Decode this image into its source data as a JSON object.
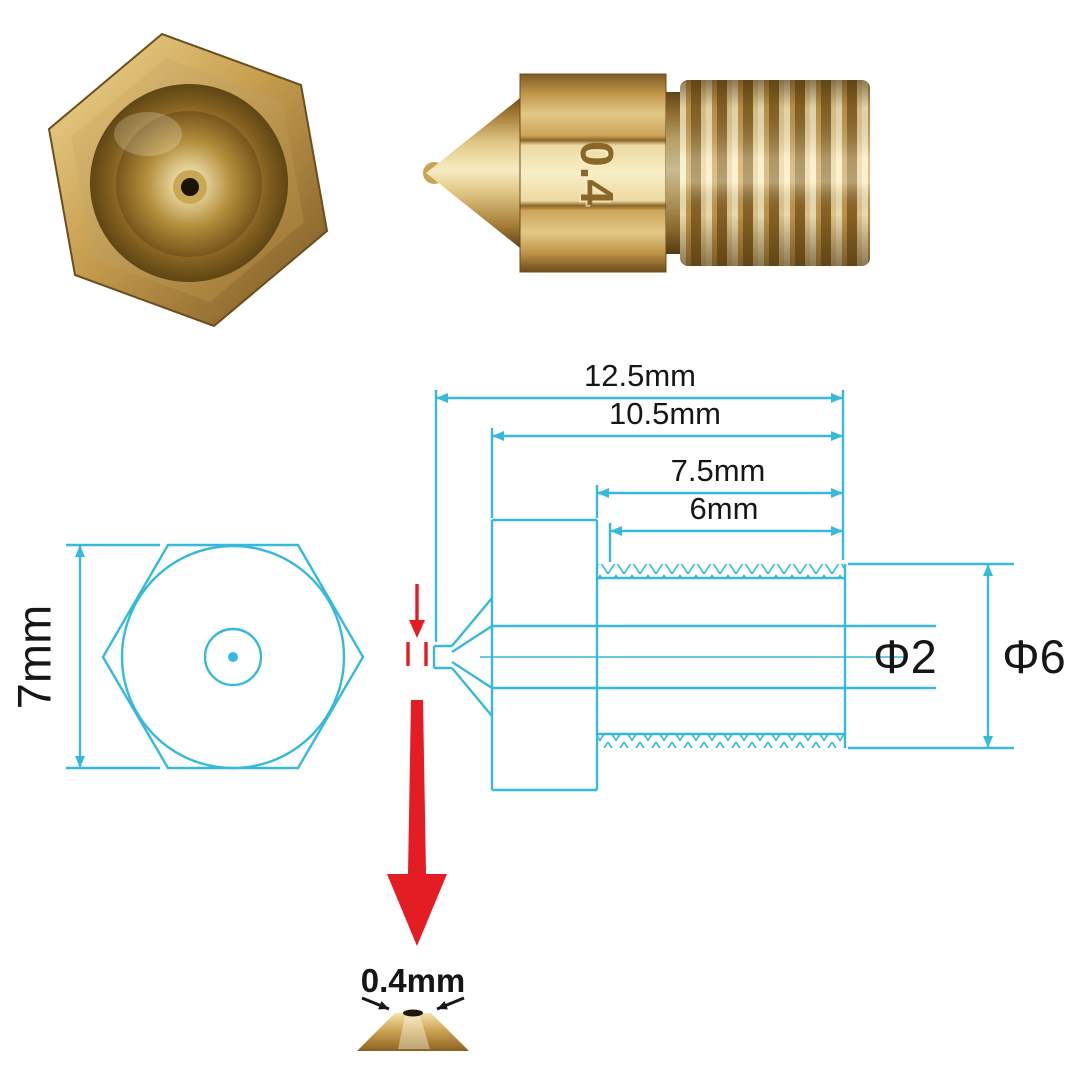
{
  "product": {
    "engraving": "0.4"
  },
  "dimensions": {
    "overall_length": "12.5mm",
    "shank_length": "10.5mm",
    "thread_length": "7.5mm",
    "thread_engagement": "6mm",
    "hex_across_flats": "7mm",
    "bore_diameter": "Φ2",
    "thread_diameter": "Φ6",
    "orifice": "0.4mm"
  },
  "colors": {
    "line": "#36b9da",
    "red": "#e31d23",
    "text": "#161616"
  }
}
